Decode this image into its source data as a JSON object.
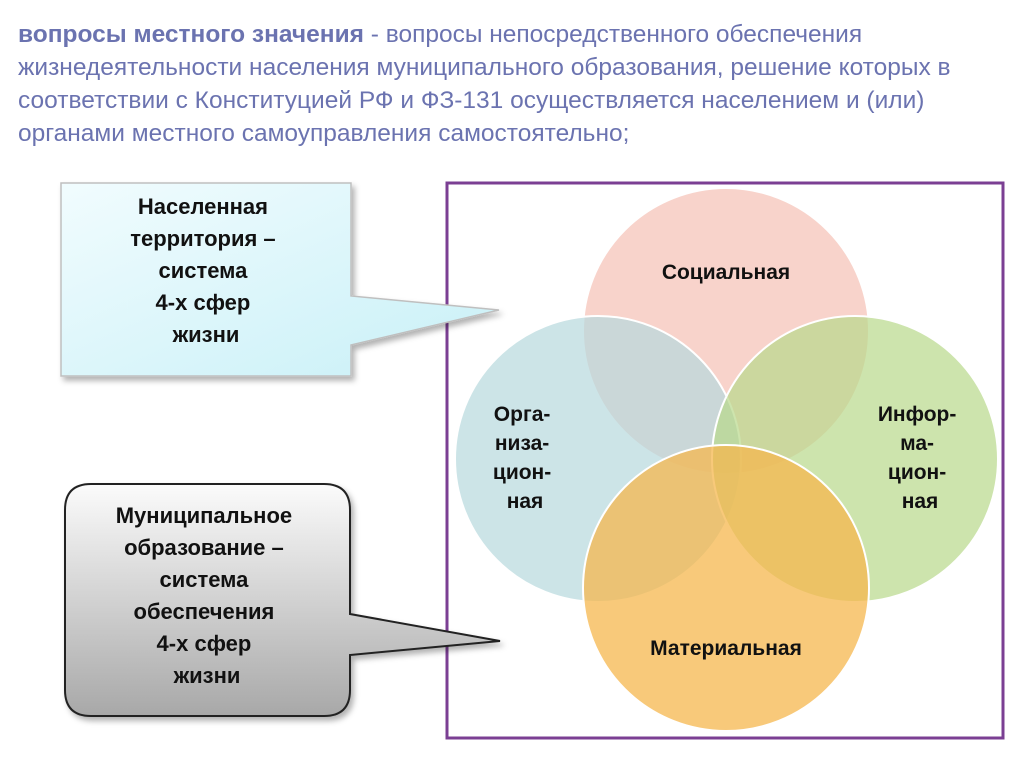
{
  "header": {
    "term": "вопросы местного значения",
    "definition": " - вопросы непосредственного обеспечения жизнедеятельности населения муниципального образования, решение которых в соответствии с Конституцией РФ и ФЗ-131 осуществляется населением и (или) органами местного самоуправления самостоятельно;"
  },
  "callout_top": {
    "lines": [
      "Населенная",
      "территория –",
      "система",
      "4-х сфер",
      "жизни"
    ]
  },
  "callout_bottom": {
    "lines": [
      "Муниципальное",
      "образование –",
      "система",
      "обеспечения",
      "4-х сфер",
      "жизни"
    ]
  },
  "spheres": {
    "social": {
      "lines": [
        "Социальная"
      ],
      "color": "#f5c0b5"
    },
    "organizational": {
      "lines": [
        "Орга-",
        "низа-",
        "цион-",
        "ная"
      ],
      "color": "#b7d8dd"
    },
    "informational": {
      "lines": [
        "Инфор-",
        "ма-",
        "цион-",
        "ная"
      ],
      "color": "#b8d98a"
    },
    "material": {
      "lines": [
        "Материальная"
      ],
      "color": "#f6b74e"
    }
  },
  "colors": {
    "header_text": "#6b73b0",
    "frame_border": "#7b3f93",
    "callout_top_fill": "#e3f8fc",
    "callout_bottom_fill": "#dcdcdc"
  }
}
